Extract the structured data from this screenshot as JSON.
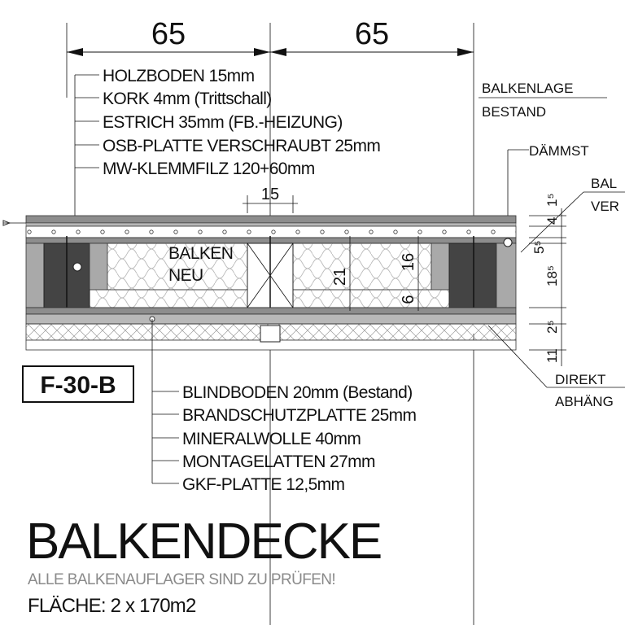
{
  "dimensions_top": [
    "65",
    "65"
  ],
  "layers_top": [
    "HOLZBODEN 15mm",
    "KORK 4mm (Trittschall)",
    "ESTRICH 35mm (FB.-HEIZUNG)",
    "OSB-PLATTE VERSCHRAUBT 25mm",
    "MW-KLEMMFILZ 120+60mm"
  ],
  "balkenlage": [
    "BALKENLAGE",
    "BESTAND"
  ],
  "daemmst": "DÄMMST",
  "bal_ver": [
    "BAL",
    "VER"
  ],
  "dim_15": "15",
  "balken_neu": [
    "BALKEN",
    "NEU"
  ],
  "dims_vertical": [
    "21",
    "16",
    "6"
  ],
  "dims_right": [
    "1⁵",
    "4",
    "5⁵",
    "18⁵",
    "2⁵",
    "11"
  ],
  "badge": "F-30-B",
  "layers_bottom": [
    "BLINDBODEN 20mm (Bestand)",
    "BRANDSCHUTZPLATTE 25mm",
    "MINERALWOLLE 40mm",
    "MONTAGELATTEN  27mm",
    "GKF-PLATTE 12,5mm"
  ],
  "direkt": [
    "DIREKT",
    "ABHÄNG"
  ],
  "title": "BALKENDECKE",
  "note": "ALLE BALKENAUFLAGER SIND ZU PRÜFEN!",
  "area": "FLÄCHE: 2 x 170m2"
}
